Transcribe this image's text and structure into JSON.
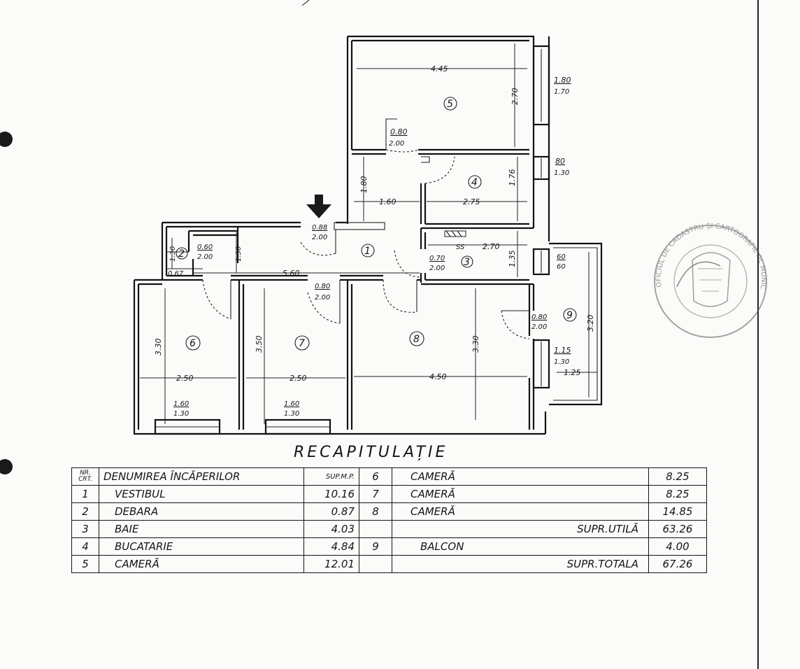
{
  "plan": {
    "dims": {
      "r5_width": "4.45",
      "r5_height": "2.70",
      "r5_window": [
        "1.80",
        "1.70"
      ],
      "r5_door": [
        "0.80",
        "2.00"
      ],
      "hall_vertical": "1.80",
      "hall_horizontal": "1.60",
      "r4_width": "2.75",
      "r4_height": "1.76",
      "r4_window": [
        "80",
        "1.30"
      ],
      "entry_door": [
        "0.88",
        "2.00"
      ],
      "r2_height": "1.30",
      "r2_door": [
        "0.60",
        "2.00"
      ],
      "r2_width": "0.67",
      "corridor_height": "1.30",
      "corridor_length": "5.60",
      "r3_door": [
        "0.70",
        "2.00"
      ],
      "r3_width": "2.70",
      "r3_height": "1.35",
      "r3_window": [
        "60",
        "60"
      ],
      "r7_door": [
        "0.80",
        "2.00"
      ],
      "r9_door": [
        "0.80",
        "2.00"
      ],
      "r9_height": "3.20",
      "r9_window": [
        "1.15",
        "1.30"
      ],
      "r9_width": "1.25",
      "r6_height": "3.30",
      "r6_width": "2.50",
      "r6_window": [
        "1.60",
        "1.30"
      ],
      "r7_height": "3.50",
      "r7_width": "2.50",
      "r7_window": [
        "1.60",
        "1.30"
      ],
      "r8_height": "3.30",
      "r8_width": "4.50",
      "sink_label": "SS"
    },
    "rooms": [
      "1",
      "2",
      "3",
      "4",
      "5",
      "6",
      "7",
      "8",
      "9"
    ]
  },
  "recap": {
    "title": "RECAPITULAȚIE",
    "header": {
      "nr": "NR.",
      "crt": "CRT.",
      "name": "DENUMIREA ÎNCĂPERILOR",
      "area": "SUP.M.P."
    },
    "rows": [
      {
        "nr": "1",
        "name": "VESTIBUL",
        "area": "10.16",
        "nr2": "7",
        "name2": "CAMERĂ",
        "area2": "8.25"
      },
      {
        "nr": "2",
        "name": "DEBARA",
        "area": "0.87",
        "nr2": "8",
        "name2": "CAMERĂ",
        "area2": "14.85"
      },
      {
        "nr": "3",
        "name": "BAIE",
        "area": "4.03",
        "nr2": "",
        "name2": "SUPR.UTILĂ",
        "area2": "63.26"
      },
      {
        "nr": "4",
        "name": "BUCATARIE",
        "area": "4.84",
        "nr2": "9",
        "name2": "BALCON",
        "area2": "4.00"
      },
      {
        "nr": "5",
        "name": "CAMERĂ",
        "area": "12.01",
        "nr2": "",
        "name2": "SUPR.TOTALA",
        "area2": "67.26"
      }
    ],
    "header_right": {
      "nr2": "6",
      "name2": "CAMERĂ",
      "area2": "8.25"
    }
  },
  "stamp": {
    "text": "OFICIUL DE CADASTRU ȘI CARTOGRAFIE AL MUNICIPIULUI BUCUREȘTI"
  },
  "colors": {
    "paper": "#fbfbf9",
    "ink": "#151515"
  }
}
